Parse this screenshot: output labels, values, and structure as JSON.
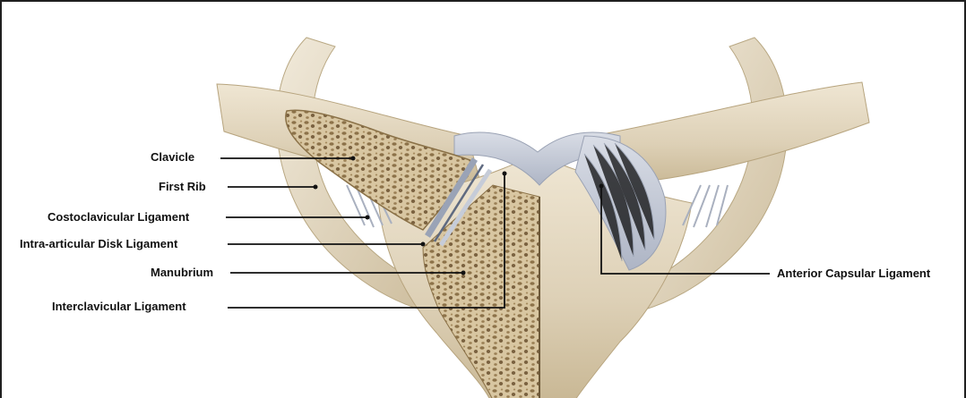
{
  "labels": {
    "clavicle": "Clavicle",
    "first_rib": "First Rib",
    "costoclavicular": "Costoclavicular Ligament",
    "intra_articular": "Intra-articular  Disk Ligament",
    "manubrium": "Manubrium",
    "interclavicular": "Interclavicular Ligament",
    "anterior_capsular": "Anterior Capsular Ligament"
  },
  "colors": {
    "bone": "#e2d6bf",
    "bone_shade": "#c7b594",
    "ligament": "#c9ced9",
    "ligament_shade": "#9ea6b8",
    "marrow": "#a88f66",
    "leader_line": "#111111",
    "frame": "#1f1f1f"
  }
}
